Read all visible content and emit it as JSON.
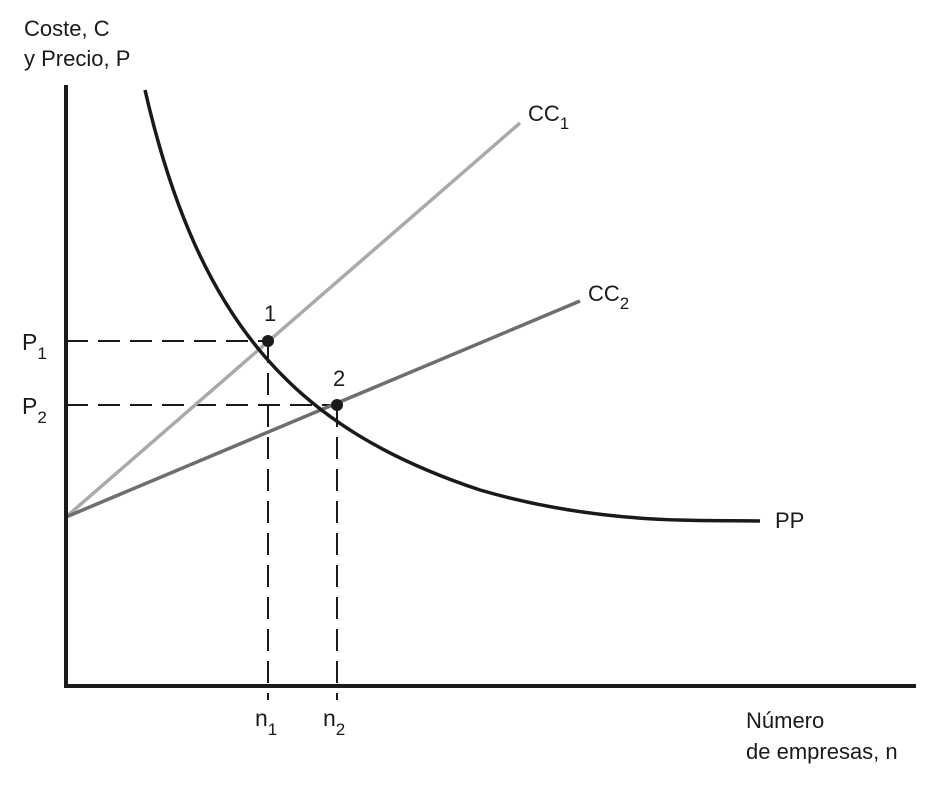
{
  "y_axis_title": {
    "line1": "Coste, C",
    "line2": "y Precio, P"
  },
  "x_axis_title": {
    "line1": "Número",
    "line2": "de empresas, n"
  },
  "curves": {
    "cc1": {
      "base": "CC",
      "sub": "1",
      "color": "#aaaaaa"
    },
    "cc2": {
      "base": "CC",
      "sub": "2",
      "color": "#6e6e6e"
    },
    "pp": {
      "label": "PP",
      "color": "#1a1a1a"
    }
  },
  "points": [
    {
      "label": "1"
    },
    {
      "label": "2"
    }
  ],
  "ticks": {
    "p1": {
      "base": "P",
      "sub": "1"
    },
    "p2": {
      "base": "P",
      "sub": "2"
    },
    "n1": {
      "base": "n",
      "sub": "1"
    },
    "n2": {
      "base": "n",
      "sub": "2"
    }
  },
  "colors": {
    "axis": "#1a1a1a",
    "dashed": "#1a1a1a"
  }
}
